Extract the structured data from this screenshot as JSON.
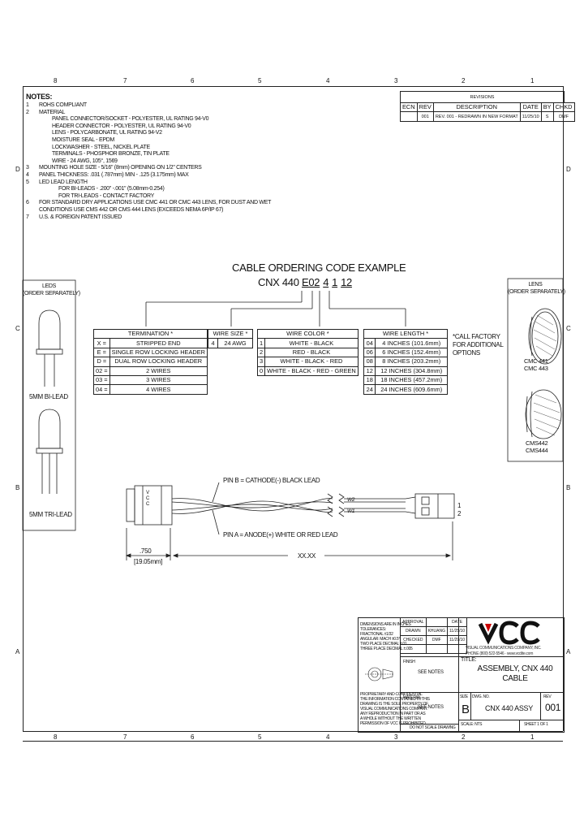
{
  "zones": {
    "top": [
      "8",
      "7",
      "6",
      "5",
      "4",
      "3",
      "2",
      "1"
    ],
    "bottom": [
      "8",
      "7",
      "6",
      "5",
      "4",
      "3",
      "2",
      "1"
    ],
    "left": [
      "D",
      "C",
      "B",
      "A"
    ],
    "right": [
      "D",
      "C",
      "B",
      "A"
    ]
  },
  "notes": {
    "title": "NOTES:",
    "lines": [
      {
        "num": "1",
        "text": "ROHS COMPLIANT"
      },
      {
        "num": "2",
        "text": "MATERIAL"
      },
      {
        "num": "",
        "text": "PANEL CONNECTOR/SOCKET - POLYESTER, UL RATING 94-V0"
      },
      {
        "num": "",
        "text": "HEADER CONNECTOR - POLYESTER, UL RATING 94-V0"
      },
      {
        "num": "",
        "text": "LENS - POLYCARBONATE, UL RATING 94-V2"
      },
      {
        "num": "",
        "text": "MOISTURE SEAL - EPDM"
      },
      {
        "num": "",
        "text": "LOCKWASHER - STEEL, NICKEL PLATE"
      },
      {
        "num": "",
        "text": "TERMINALS - PHOSPHOR BRONZE, TIN PLATE"
      },
      {
        "num": "",
        "text": "WIRE - 24 AWG, 105°, 1569"
      },
      {
        "num": "3",
        "text": "MOUNTING HOLE SIZE - 5/16\" (8mm) OPENING ON 1/2\" CENTERS"
      },
      {
        "num": "4",
        "text": "PANEL THICKNESS: .031 (.787mm) MIN - .125 (3.175mm) MAX"
      },
      {
        "num": "5",
        "text": "LED LEAD LENGTH"
      },
      {
        "num": "",
        "text": "FOR BI-LEADS - .200\" -.001\" (5.08mm-0.254)"
      },
      {
        "num": "",
        "text": "FOR TRI-LEADS - CONTACT FACTORY"
      },
      {
        "num": "6",
        "text": "FOR STANDARD DRY APPLICATIONS USE CMC 441 OR CMC 443 LENS, FOR DUST AND WET"
      },
      {
        "num": "",
        "text": "CONDITIONS USE CMS 442 OR CMS 444 LENS (EXCEEDS NEMA 6P/IP 67)"
      },
      {
        "num": "7",
        "text": "U.S. & FOREIGN PATENT ISSUED"
      }
    ]
  },
  "revisions": {
    "title": "REVISIONS",
    "headers": [
      "ECN",
      "REV",
      "DESCRIPTION",
      "DATE",
      "BY",
      "CHKD"
    ],
    "rows": [
      [
        "",
        "001",
        "REV. 001 - REDRAWN IN NEW FORMAT",
        "11/25/10",
        "S",
        "DMF"
      ]
    ]
  },
  "example": {
    "title": "CABLE ORDERING CODE EXAMPLE",
    "code_prefix": "CNX 440 ",
    "code_parts": [
      "E02",
      "4",
      "1",
      "12"
    ]
  },
  "termination": {
    "header": "TERMINATION *",
    "rows": [
      [
        "X =",
        "STRIPPED END"
      ],
      [
        "E =",
        "SINGLE ROW LOCKING HEADER"
      ],
      [
        "D =",
        "DUAL ROW LOCKING HEADER"
      ],
      [
        "02 =",
        "2 WIRES"
      ],
      [
        "03 =",
        "3 WIRES"
      ],
      [
        "04 =",
        "4 WIRES"
      ]
    ]
  },
  "wire_size": {
    "header": "WIRE SIZE *",
    "rows": [
      [
        "4",
        "24 AWG"
      ]
    ]
  },
  "wire_color": {
    "header": "WIRE COLOR *",
    "rows": [
      [
        "1",
        "WHITE - BLACK"
      ],
      [
        "2",
        "RED - BLACK"
      ],
      [
        "3",
        "WHITE - BLACK - RED"
      ],
      [
        "0",
        "WHITE - BLACK - RED - GREEN"
      ]
    ]
  },
  "wire_length": {
    "header": "WIRE LENGTH *",
    "rows": [
      [
        "04",
        "4 INCHES (101.6mm)"
      ],
      [
        "06",
        "6 INCHES (152.4mm)"
      ],
      [
        "08",
        "8 INCHES (203.2mm)"
      ],
      [
        "12",
        "12 INCHES (304.8mm)"
      ],
      [
        "18",
        "18 INCHES (457.2mm)"
      ],
      [
        "24",
        "24 INCHES (609.6mm)"
      ]
    ]
  },
  "call_factory": [
    "*CALL FACTORY",
    "FOR ADDITIONAL",
    "OPTIONS"
  ],
  "leds": {
    "title_lines": [
      "LEDS",
      "(ORDER SEPARATELY)"
    ],
    "bi_label": "5MM BI-LEAD",
    "tri_label": "5MM TRI-LEAD"
  },
  "lens": {
    "title_lines": [
      "LENS",
      "(ORDER SEPARATELY)"
    ],
    "cmc": [
      "CMC 441",
      "CMC 443"
    ],
    "cms": [
      "CMS442",
      "CMS444"
    ]
  },
  "cable": {
    "pin_b": "PIN B = CATHODE(-) BLACK LEAD",
    "pin_a": "PIN A = ANODE(+) WHITE OR RED LEAD",
    "dim_inch": ".750",
    "dim_mm": "[19.05mm]",
    "length": "XX.XX",
    "wire_tags": [
      "W2",
      "W1"
    ],
    "pins": [
      "1",
      "2"
    ]
  },
  "title_block": {
    "logo": "VCC",
    "company": "VISUAL COMMUNICATIONS COMPANY, INC.",
    "address": "PHONE (800) 522-5546 · www.vcclite.com",
    "title_label": "TITLE:",
    "title_lines": [
      "ASSEMBLY, CNX 440",
      "CABLE"
    ],
    "size_label": "SIZE",
    "size": "B",
    "dwg_label": "DWG. NO.",
    "dwg": "CNX 440 ASSY",
    "rev_label": "REV",
    "rev": "001",
    "scale_label": "SCALE: NTS",
    "sheet_label": "SHEET 1 OF 1",
    "approvals": [
      [
        "APPROVAL",
        "",
        "DATE"
      ],
      [
        "DRAWN",
        "KHUANG",
        "11/25/10"
      ],
      [
        "CHECKED",
        "DMF",
        "11/29/10"
      ],
      [
        "",
        "",
        ""
      ]
    ],
    "finish_label": "FINISH",
    "material_label": "MATERIAL",
    "spec_label": "SEE NOTES",
    "left_notes": [
      "DIMENSIONS ARE IN INCHES",
      "TOLERANCES:",
      "FRACTIONAL ±1/32",
      "ANGULAR: MACH ±0.5°",
      "TWO PLACE DECIMAL ±.01",
      "THREE PLACE DECIMAL ±.005"
    ],
    "proprietary": [
      "PROPRIETARY AND CONFIDENTIAL",
      "THE INFORMATION CONTAINED IN THIS",
      "DRAWING IS THE SOLE PROPERTY OF",
      "VISUAL COMMUNICATIONS COMPANY.",
      "ANY REPRODUCTION IN PART OR AS",
      "A WHOLE WITHOUT THE WRITTEN",
      "PERMISSION OF VCC IS PROHIBITED."
    ],
    "do_not_scale": "DO NOT SCALE DRAWING"
  }
}
